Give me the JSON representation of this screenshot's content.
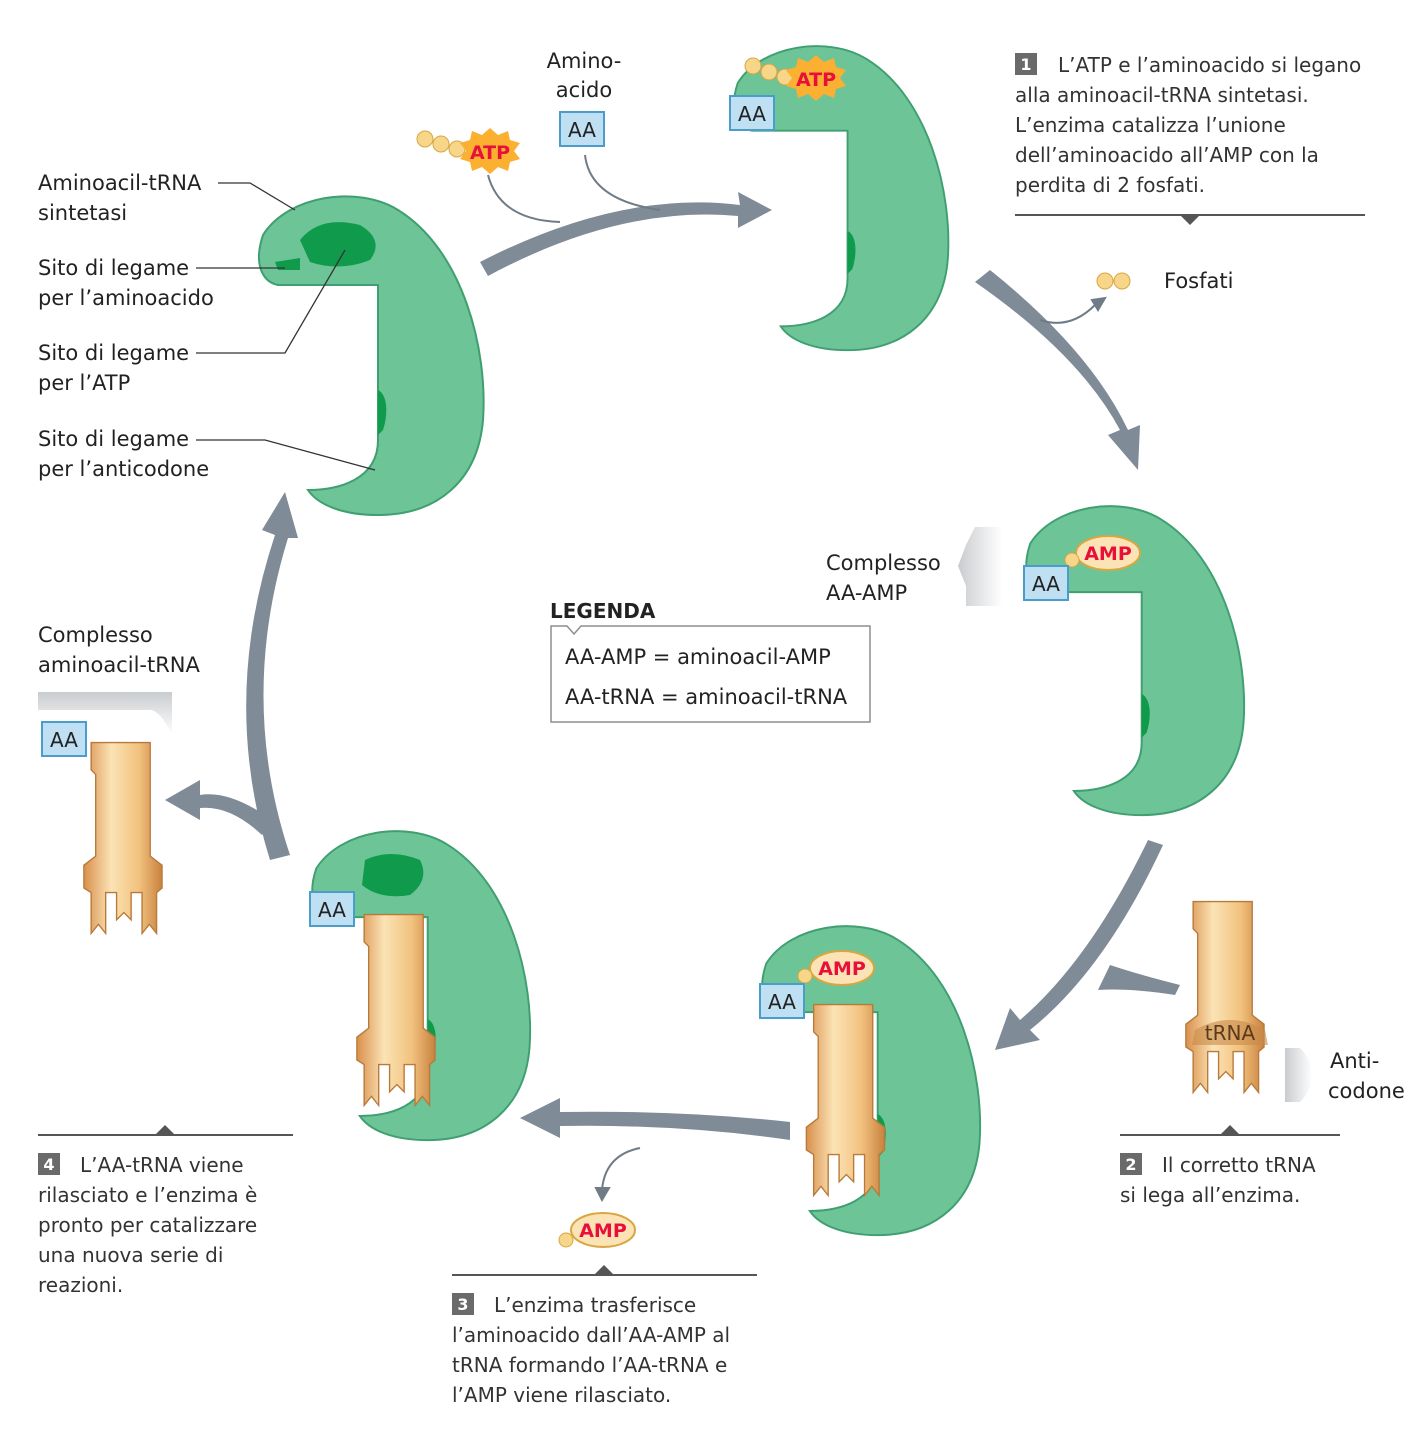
{
  "labels": {
    "synthetase_1": "Aminoacil-tRNA",
    "synthetase_2": "sintetasi",
    "aa_site_1": "Sito di legame",
    "aa_site_2": "per l’aminoacido",
    "atp_site_1": "Sito di legame",
    "atp_site_2": "per l’ATP",
    "anticodon_site_1": "Sito di legame",
    "anticodon_site_2": "per l’anticodone",
    "aminoacid_1": "Amino-",
    "aminoacid_2": "acido",
    "phosphates": "Fosfati",
    "aa_amp_complex_1": "Complesso",
    "aa_amp_complex_2": "AA-AMP",
    "aa_trna_complex_1": "Complesso",
    "aa_trna_complex_2": "aminoacil-tRNA",
    "anticodon_1": "Anti-",
    "anticodon_2": "codone"
  },
  "tokens": {
    "aa": "AA",
    "atp": "ATP",
    "amp": "AMP",
    "trna": "tRNA"
  },
  "legend": {
    "title": "LEGENDA",
    "line1": "AA-AMP = aminoacil-AMP",
    "line2": "AA-tRNA = aminoacil-tRNA"
  },
  "steps": [
    {
      "number": "1",
      "lines": [
        "L’ATP e l’aminoacido si legano",
        "alla aminoacil-tRNA sintetasi.",
        "L’enzima catalizza l’unione",
        "dell’aminoacido all’AMP con la",
        "perdita di 2 fosfati."
      ]
    },
    {
      "number": "2",
      "lines": [
        "Il corretto tRNA",
        "si lega all’enzima."
      ]
    },
    {
      "number": "3",
      "lines": [
        "L’enzima trasferisce",
        "l’aminoacido dall’AA-AMP al",
        "tRNA formando l’AA-tRNA e",
        "l’AMP viene rilasciato."
      ]
    },
    {
      "number": "4",
      "lines": [
        "L’AA-tRNA viene",
        "rilasciato e l’enzima è",
        "pronto per catalizzare",
        "una nuova serie di",
        "reazioni."
      ]
    }
  ],
  "colors": {
    "enzyme": "#6cc497",
    "enzyme_edge": "#3f9f70",
    "enzyme_site": "#0f9a4c",
    "arrow": "#7f8b96",
    "trna": "#f1c485",
    "trna_dark": "#c88a4a",
    "aa_box": "#bfe0f3",
    "aa_edge": "#4a9ccb",
    "mol_red": "#e8103a",
    "phosphate": "#f7d68a"
  }
}
